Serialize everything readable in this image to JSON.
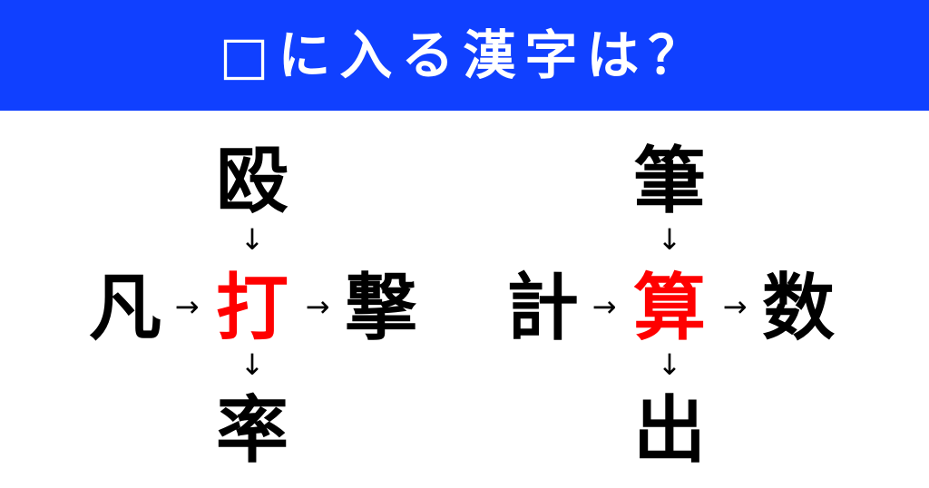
{
  "header": {
    "title": "□に入る漢字は？",
    "background": "#1040ff",
    "text_color": "#ffffff"
  },
  "puzzles": [
    {
      "top": "殴",
      "left": "凡",
      "center": "打",
      "right": "撃",
      "bottom": "率"
    },
    {
      "top": "筆",
      "left": "計",
      "center": "算",
      "right": "数",
      "bottom": "出"
    }
  ],
  "arrows": {
    "down": "↓",
    "right": "→"
  },
  "colors": {
    "answer": "#ff0000",
    "clue": "#000000"
  }
}
